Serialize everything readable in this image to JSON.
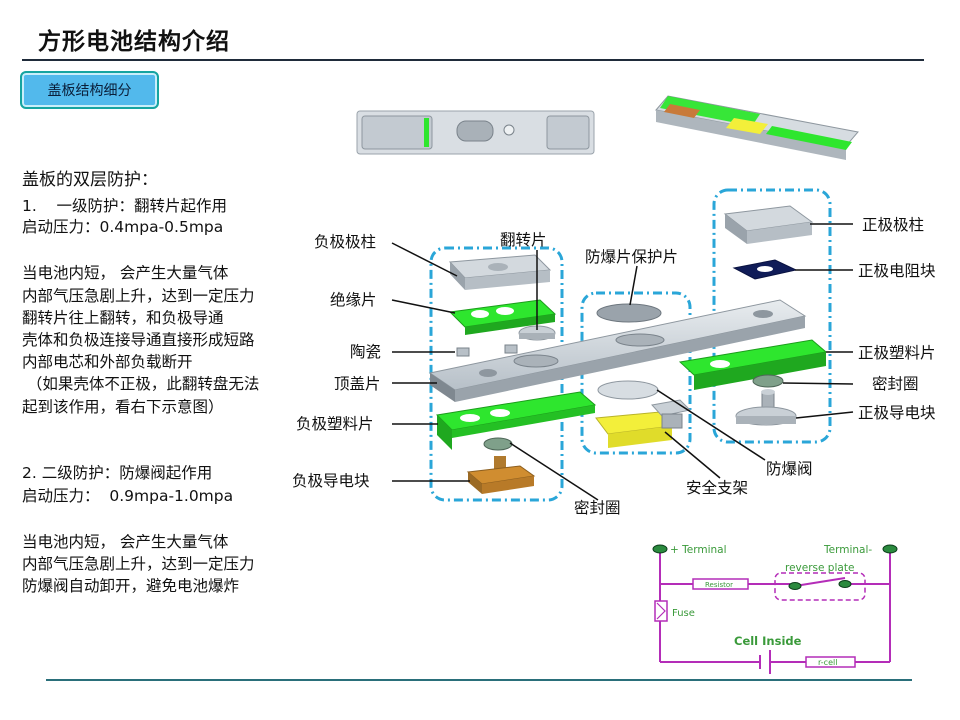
{
  "title": "方形电池结构介绍",
  "badge": "盖板结构细分",
  "left_text": {
    "heading": "盖板的双层防护：",
    "l1_title": "1.    一级防护：翻转片起作用",
    "l1_pressure": "启动压力：0.4mpa-0.5mpa",
    "l1_desc": [
      "当电池内短， 会产生大量气体",
      "内部气压急剧上升，达到一定压力",
      "翻转片往上翻转，和负极导通",
      "壳体和负极连接导通直接形成短路",
      "内部电芯和外部负载断开",
      " （如果壳体不正极，此翻转盘无法",
      "起到该作用，看右下示意图）"
    ],
    "l2_title": "2. 二级防护：防爆阀起作用",
    "l2_pressure": "启动压力：  0.9mpa-1.0mpa",
    "l2_desc": [
      "当电池内短， 会产生大量气体",
      "内部气压急剧上升，达到一定压力",
      "防爆阀自动卸开，避免电池爆炸"
    ]
  },
  "labels": {
    "neg_pole": "负极极柱",
    "flip": "翻转片",
    "insulation": "绝缘片",
    "ceramic": "陶瓷",
    "top_cover": "顶盖片",
    "neg_plastic": "负极塑料片",
    "neg_conductor": "负极导电块",
    "seal_bottom": "密封圈",
    "vent_protector": "防爆片保护片",
    "safety_bracket": "安全支架",
    "vent": "防爆阀",
    "pos_pole": "正极极柱",
    "pos_resistor": "正极电阻块",
    "pos_plastic": "正极塑料片",
    "seal_right": "密封圈",
    "pos_conductor": "正极导电块"
  },
  "circuit": {
    "plus_terminal": "+ Terminal",
    "terminal": "Terminal-",
    "reverse_plate": "reverse plate",
    "resistor": "Resistor",
    "fuse": "Fuse",
    "cell_inside": "Cell Inside",
    "r_cell": "r-cell"
  },
  "colors": {
    "green_part": "#2ee62e",
    "gray_part": "#c4ccd4",
    "dash_box": "#2aa6d8",
    "circuit": "#b42db8",
    "circuit_text": "#3a9a3a"
  }
}
